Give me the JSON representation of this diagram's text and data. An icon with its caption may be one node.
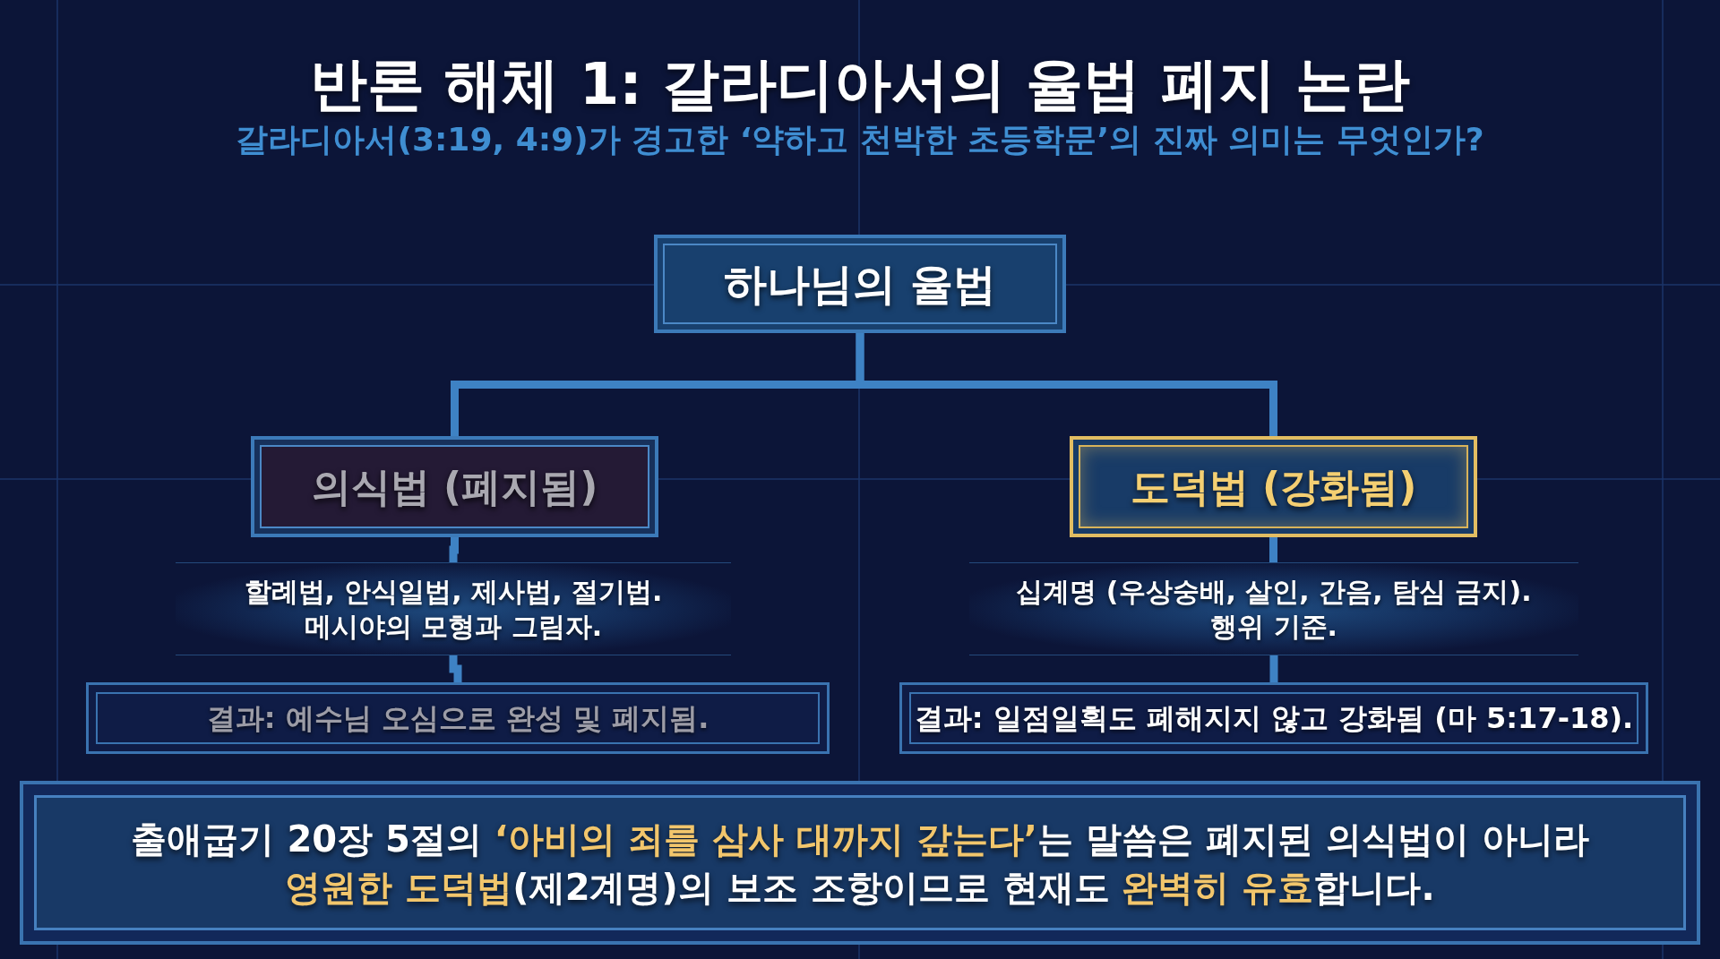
{
  "diagram": {
    "title": "반론 해체 1: 갈라디아서의 율법 폐지 논란",
    "nodes": [
      {
        "text": [
          "하나님의 율법"
        ]
      },
      {
        "text": [
          "의식법 (폐지됨)"
        ]
      },
      {
        "text": [
          "도덕법 (강화됨)"
        ]
      },
      {
        "text": [
          "할례법, 안식일법, 제사법, 절기법. 메시야의 모형과 그림자."
        ]
      },
      {
        "text": [
          "십계명 (우상숭배, 살인, 간음, 탐심 금지). 행위 기준."
        ]
      },
      {
        "text": [
          "결과: 예수님 오심으로 완성 및 폐지됨."
        ]
      },
      {
        "text": [
          "결과: 일점일획도 폐해지지 않고 강화됨 (마 5:17-18)."
        ]
      },
      {
        "text": [
          "출애굽기 20장 5절의 **‘아비의 죄를 삼사 대까지 갚는다’**는 말씀은 폐지된 의식법이 아니라 **영원한 도덕법**(제2계명)의 보조 조항이므로 현재도 **완벽히 유효**합니다."
        ]
      }
    ],
    "edges": [
      {
        "from": 0,
        "to": 1,
        "arrow": "none"
      },
      {
        "from": 0,
        "to": 2,
        "arrow": "none"
      },
      {
        "from": 1,
        "to": 3,
        "arrow": "none"
      },
      {
        "from": 3,
        "to": 5,
        "arrow": "none"
      },
      {
        "from": 2,
        "to": 4,
        "arrow": "none"
      },
      {
        "from": 4,
        "to": 6,
        "arrow": "none"
      }
    ],
    "labels": [
      "갈라디아서(3:19, 4:9)가 경고한 ‘약하고 천박한 초등학문’의 진짜 의미는 무엇인가?"
    ]
  }
}
